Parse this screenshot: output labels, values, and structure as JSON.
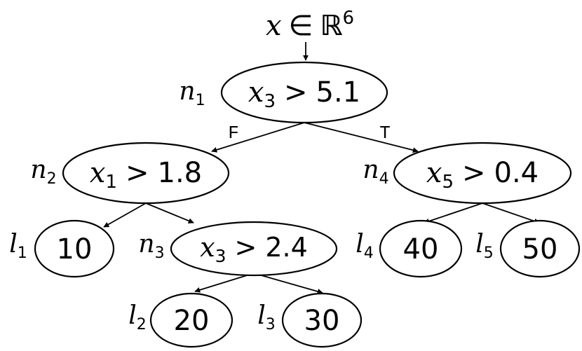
{
  "input": {
    "var": "x",
    "member_of": "∈",
    "space": "ℝ",
    "space_exponent": "6"
  },
  "edge_labels": {
    "false_label": "F",
    "true_label": "T"
  },
  "internal_nodes": [
    {
      "name": "n",
      "index": "1",
      "feature": "x",
      "feature_index": "3",
      "op": ">",
      "threshold": "5.1"
    },
    {
      "name": "n",
      "index": "2",
      "feature": "x",
      "feature_index": "1",
      "op": ">",
      "threshold": "1.8"
    },
    {
      "name": "n",
      "index": "3",
      "feature": "x",
      "feature_index": "3",
      "op": ">",
      "threshold": "2.4"
    },
    {
      "name": "n",
      "index": "4",
      "feature": "x",
      "feature_index": "5",
      "op": ">",
      "threshold": "0.4"
    }
  ],
  "leaves": [
    {
      "name": "l",
      "index": "1",
      "value": "10"
    },
    {
      "name": "l",
      "index": "2",
      "value": "20"
    },
    {
      "name": "l",
      "index": "3",
      "value": "30"
    },
    {
      "name": "l",
      "index": "4",
      "value": "40"
    },
    {
      "name": "l",
      "index": "5",
      "value": "50"
    }
  ]
}
